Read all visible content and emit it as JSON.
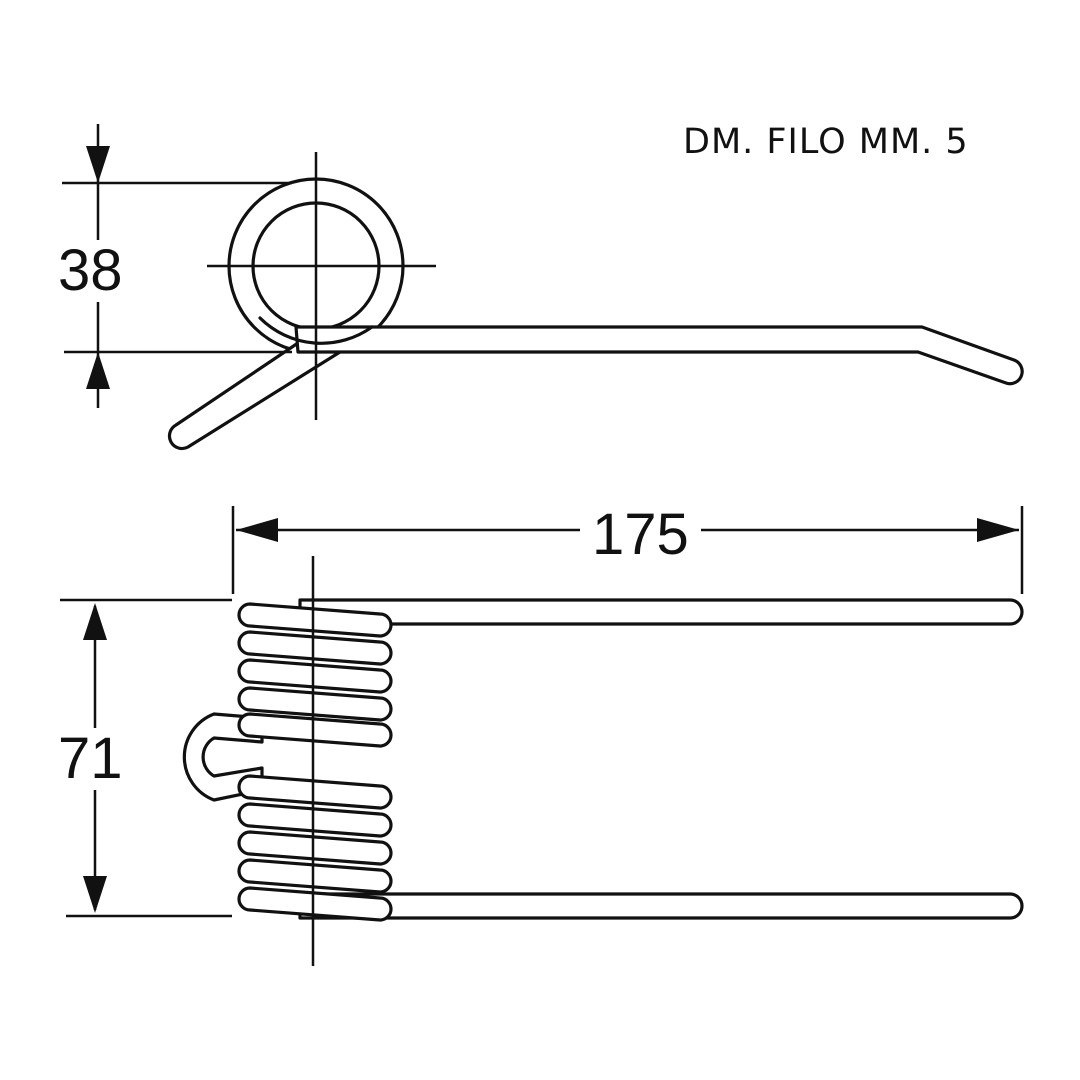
{
  "spec": {
    "wire_note": "DM. FILO MM. 5"
  },
  "dimensions": {
    "coil_diameter": "38",
    "spring_width": "71",
    "tine_length": "175"
  }
}
